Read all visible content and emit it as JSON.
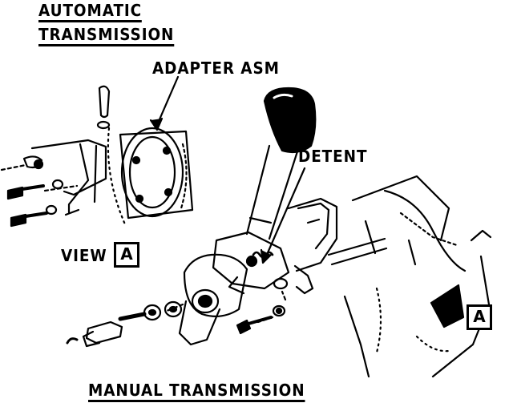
{
  "labels": {
    "automatic_line1": "AUTOMATIC",
    "automatic_line2": "TRANSMISSION",
    "adapter": "ADAPTER ASM",
    "detent": "DETENT",
    "view": "VIEW",
    "view_box": "A",
    "arrow_box": "A",
    "manual": "MANUAL TRANSMISSION"
  }
}
